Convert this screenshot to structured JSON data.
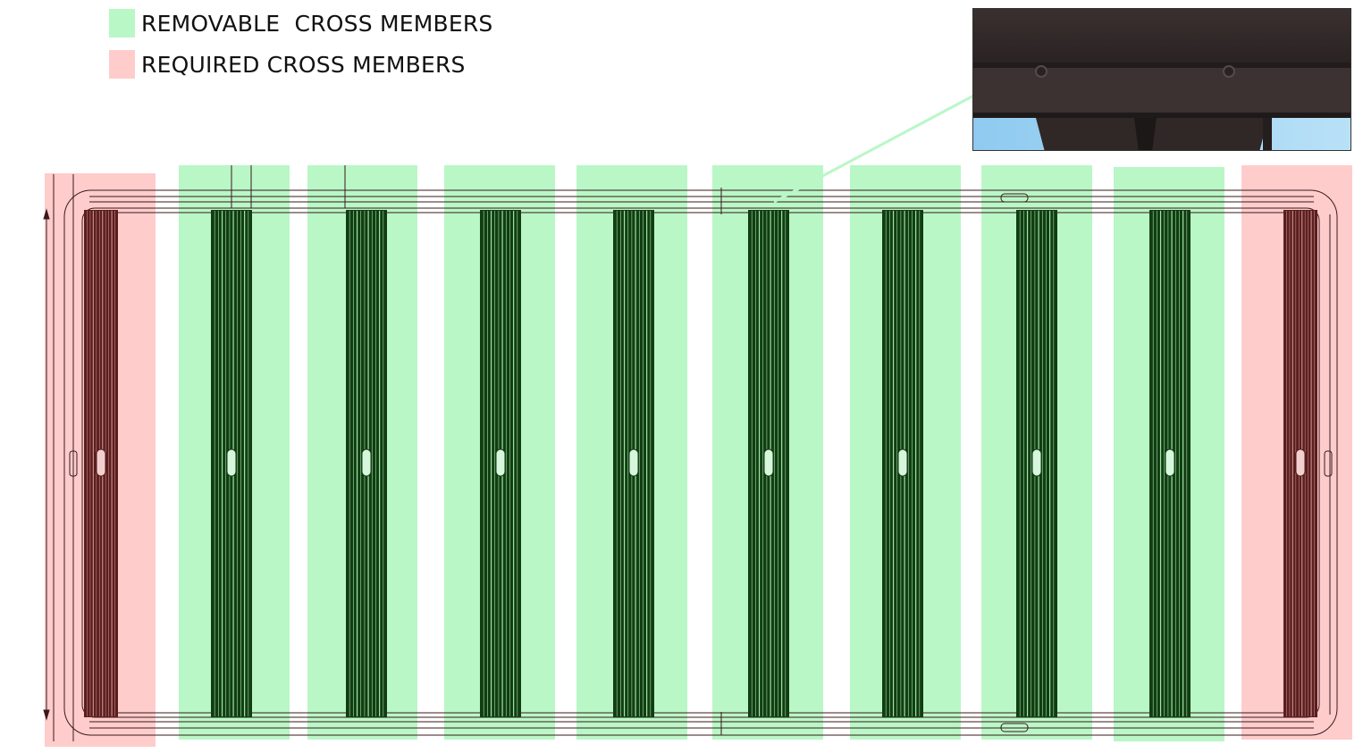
{
  "legend": {
    "removable": {
      "label": "REMOVABLE  CROSS MEMBERS",
      "color": "#b9f7c7"
    },
    "required": {
      "label": "REQUIRED CROSS MEMBERS",
      "color": "#ffcccc"
    }
  },
  "diagram": {
    "cross_members": [
      {
        "position": 1,
        "status": "required"
      },
      {
        "position": 2,
        "status": "removable"
      },
      {
        "position": 3,
        "status": "removable"
      },
      {
        "position": 4,
        "status": "removable"
      },
      {
        "position": 5,
        "status": "removable"
      },
      {
        "position": 6,
        "status": "removable"
      },
      {
        "position": 7,
        "status": "removable"
      },
      {
        "position": 8,
        "status": "removable"
      },
      {
        "position": 9,
        "status": "removable"
      },
      {
        "position": 10,
        "status": "required"
      }
    ],
    "colors": {
      "line": "#3a1a1a",
      "bar_dark": "#123d12",
      "bar_light": "#9ee6a8",
      "callout": "#b9f7c7"
    }
  },
  "inset_photo": {
    "subject": "underside of rack showing cross member attached to side rail"
  }
}
